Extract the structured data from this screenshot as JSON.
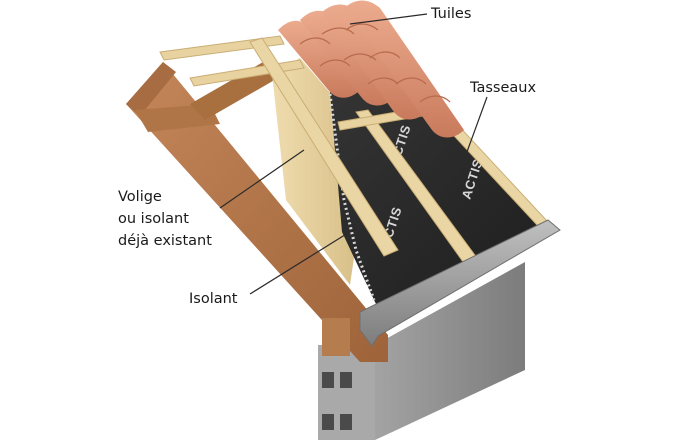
{
  "labels": {
    "tuiles": "Tuiles",
    "tasseaux": "Tasseaux",
    "volige_line1": "Volige",
    "volige_line2": "ou isolant",
    "volige_line3": "déjà existant",
    "isolant": "Isolant"
  },
  "brand": "ACTIS",
  "colors": {
    "wood": "#b5784a",
    "wood_dark": "#8a5530",
    "light_wood": "#e2cc98",
    "membrane": "#2b2b2b",
    "tile": "#d88a6c",
    "concrete": "#8d8d8d",
    "gutter": "#9a9a9a"
  }
}
